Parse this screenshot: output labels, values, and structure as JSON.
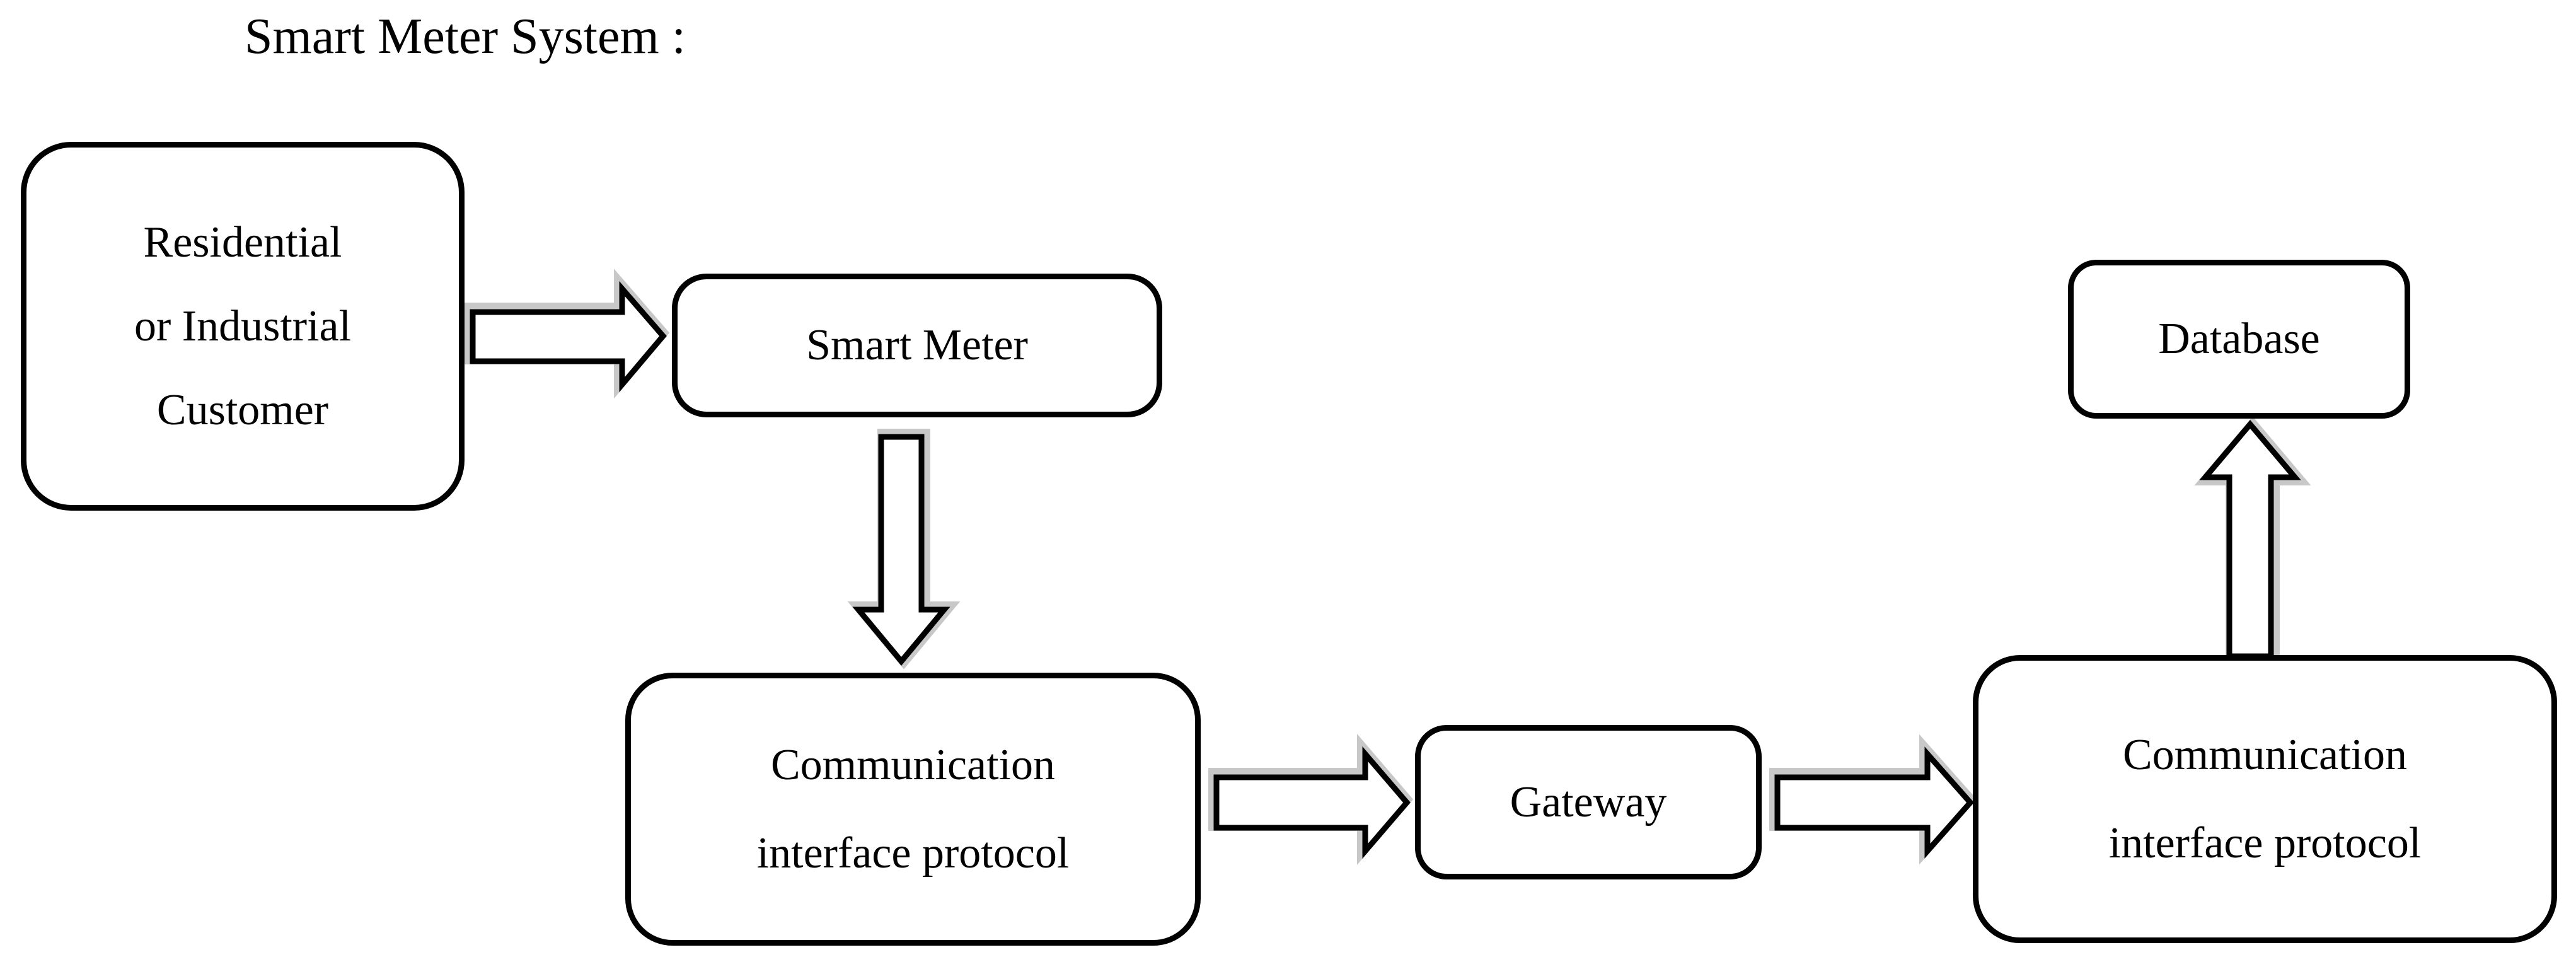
{
  "title": "Smart Meter System :",
  "nodes": {
    "customer": {
      "lines": [
        "Residential",
        "or Industrial",
        "Customer"
      ]
    },
    "smart_meter": {
      "lines": [
        "Smart Meter"
      ]
    },
    "protocol_left": {
      "lines": [
        "Communication",
        "interface protocol"
      ]
    },
    "gateway": {
      "lines": [
        "Gateway"
      ]
    },
    "protocol_right": {
      "lines": [
        "Communication",
        "interface protocol"
      ]
    },
    "database": {
      "lines": [
        "Database"
      ]
    }
  },
  "connectors": [
    {
      "from": "Residential or Industrial Customer",
      "to": "Smart Meter",
      "direction": "right"
    },
    {
      "from": "Smart Meter",
      "to": "Communication interface protocol",
      "direction": "down"
    },
    {
      "from": "Communication interface protocol",
      "to": "Gateway",
      "direction": "right"
    },
    {
      "from": "Gateway",
      "to": "Communication interface protocol",
      "direction": "right"
    },
    {
      "from": "Communication interface protocol",
      "to": "Database",
      "direction": "up"
    }
  ],
  "colors": {
    "ink": "#000000",
    "paper": "#ffffff",
    "shadow": "#b5b5b5"
  }
}
